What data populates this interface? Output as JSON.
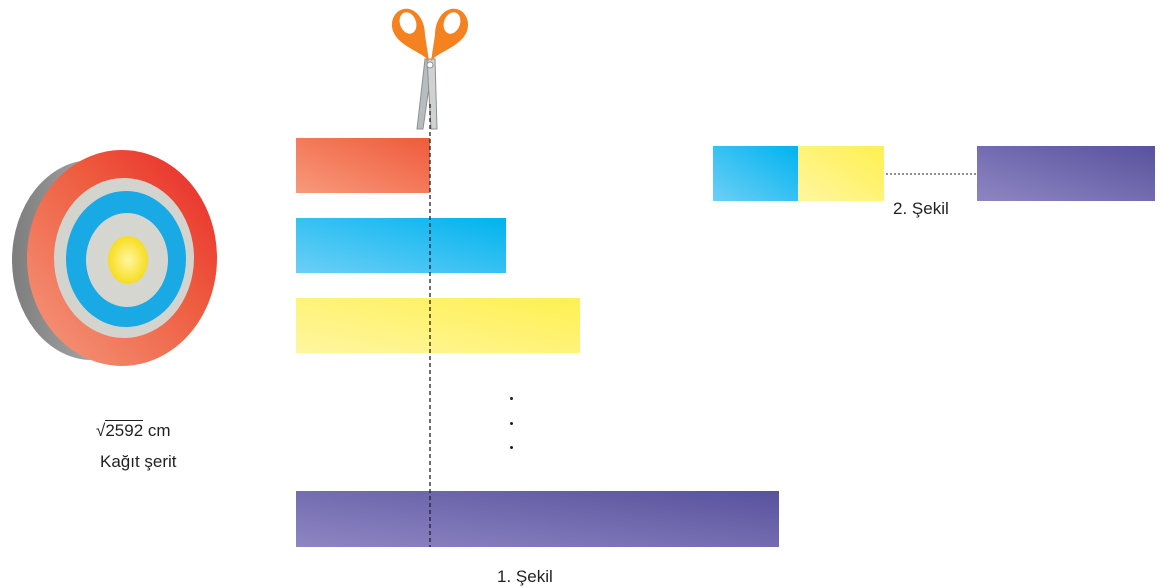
{
  "roll": {
    "length_radicand": "2592",
    "length_unit": "cm",
    "caption": "Kağıt şerit"
  },
  "figure1": {
    "caption": "1. Şekil",
    "strips": [
      {
        "name": "red",
        "color_start": "#f79a7a",
        "color_end": "#ef5a3c"
      },
      {
        "name": "blue",
        "color_start": "#6ccff6",
        "color_end": "#00b3ef"
      },
      {
        "name": "yellow",
        "color_start": "#fff6a0",
        "color_end": "#fff050"
      },
      {
        "name": "purple",
        "color_start": "#8e86c2",
        "color_end": "#58529e"
      }
    ],
    "ellipsis": "⋮"
  },
  "figure2": {
    "caption": "2. Şekil",
    "pieces": [
      "blue",
      "yellow",
      "purple"
    ]
  },
  "colors": {
    "target_outer_red": "#e8312a",
    "target_gray": "#d4d4cf",
    "target_blue": "#1aaae6",
    "target_center_yellow": "#fbe84a",
    "scissors_handle": "#f58220",
    "scissors_blade": "#b9bcbe"
  }
}
